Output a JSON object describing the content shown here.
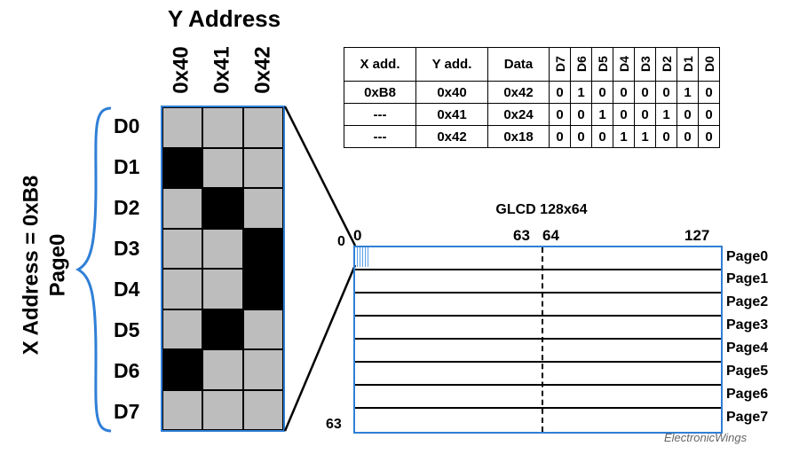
{
  "y_address_title": "Y Address",
  "y_columns": [
    "0x40",
    "0x41",
    "0x42"
  ],
  "x_address_label": {
    "line1": "X Address = 0xB8",
    "line2": "Page0"
  },
  "bit_rows": [
    "D0",
    "D1",
    "D2",
    "D3",
    "D4",
    "D5",
    "D6",
    "D7"
  ],
  "pixel_grid": [
    [
      0,
      0,
      0
    ],
    [
      1,
      0,
      0
    ],
    [
      0,
      1,
      0
    ],
    [
      0,
      0,
      1
    ],
    [
      0,
      0,
      1
    ],
    [
      0,
      1,
      0
    ],
    [
      1,
      0,
      0
    ],
    [
      0,
      0,
      0
    ]
  ],
  "table": {
    "headers": [
      "X add.",
      "Y add.",
      "Data",
      "D7",
      "D6",
      "D5",
      "D4",
      "D3",
      "D2",
      "D1",
      "D0"
    ],
    "rows": [
      [
        "0xB8",
        "0x40",
        "0x42",
        "0",
        "1",
        "0",
        "0",
        "0",
        "0",
        "1",
        "0"
      ],
      [
        "---",
        "0x41",
        "0x24",
        "0",
        "0",
        "1",
        "0",
        "0",
        "1",
        "0",
        "0"
      ],
      [
        "---",
        "0x42",
        "0x18",
        "0",
        "0",
        "0",
        "1",
        "1",
        "0",
        "0",
        "0"
      ]
    ]
  },
  "glcd": {
    "title": "GLCD 128x64",
    "col_labels": {
      "start": "0",
      "mid_left": "63",
      "mid_right": "64",
      "end": "127"
    },
    "row_labels": {
      "top": "0",
      "bottom": "63"
    },
    "pages": [
      "Page0",
      "Page1",
      "Page2",
      "Page3",
      "Page4",
      "Page5",
      "Page6",
      "Page7"
    ]
  },
  "watermark": "ElectronicWings",
  "colors": {
    "border_blue": "#2f7fd6",
    "pixel_off": "#bdbdbd",
    "pixel_on": "#000000"
  }
}
